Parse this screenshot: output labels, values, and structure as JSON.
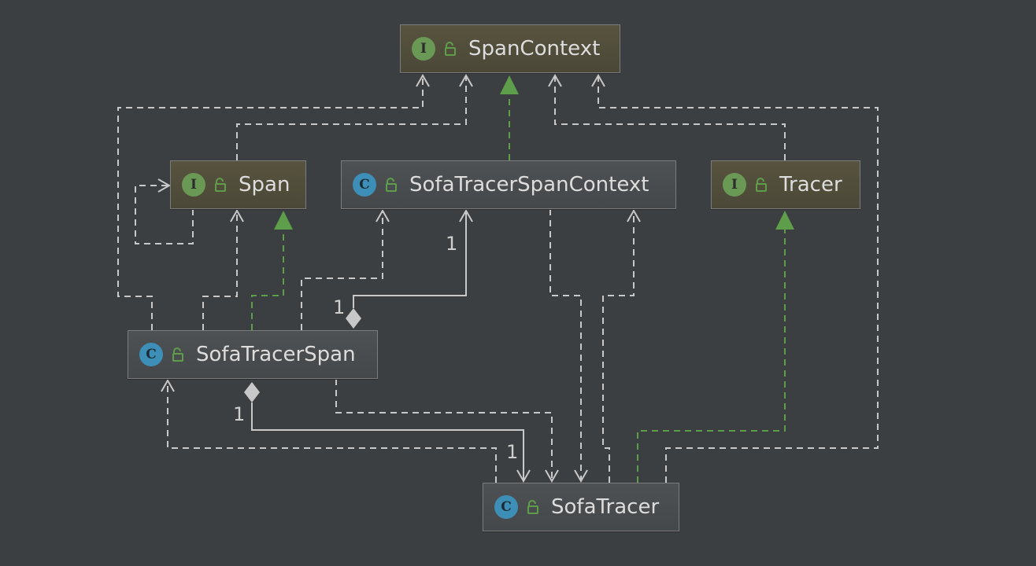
{
  "nodes": {
    "span_context": {
      "name": "SpanContext",
      "kind": "I"
    },
    "span": {
      "name": "Span",
      "kind": "I"
    },
    "sofa_tracer_span_context": {
      "name": "SofaTracerSpanContext",
      "kind": "C"
    },
    "tracer": {
      "name": "Tracer",
      "kind": "I"
    },
    "sofa_tracer_span": {
      "name": "SofaTracerSpan",
      "kind": "C"
    },
    "sofa_tracer": {
      "name": "SofaTracer",
      "kind": "C"
    }
  },
  "multiplicities": {
    "span_to_context_target": "1",
    "span_to_context_source": "1",
    "tracer_to_span_source": "1",
    "tracer_to_span_target": "1"
  },
  "colors": {
    "background": "#3c3f41",
    "dependency_line": "#c8c8c8",
    "realization_line": "#5e9e4a",
    "interface_badge": "#6a9955",
    "class_badge": "#3d8fb8"
  }
}
